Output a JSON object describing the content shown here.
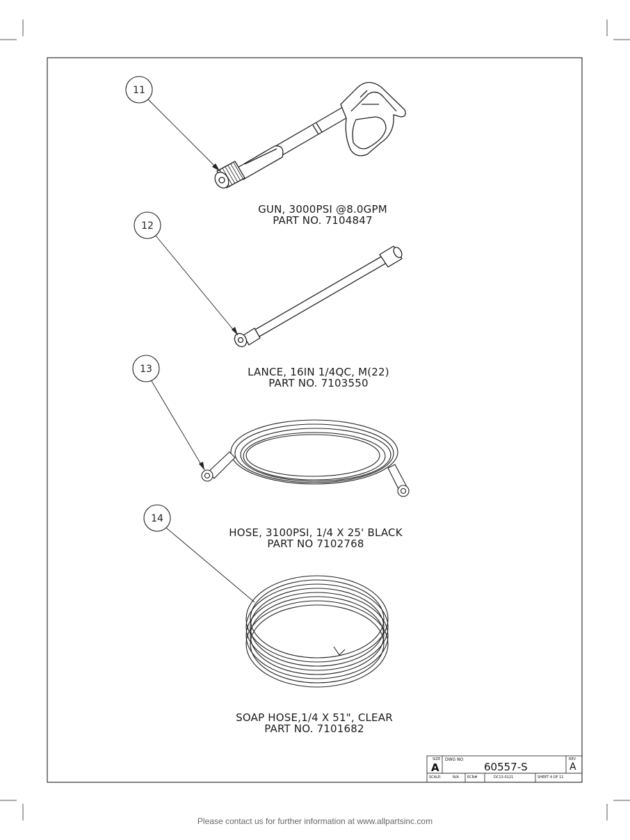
{
  "parts": [
    {
      "number": "11",
      "name": "GUN, 3000PSI @8.0GPM",
      "part_no": "PART NO. 7104847"
    },
    {
      "number": "12",
      "name": "LANCE, 16IN 1/4QC, M(22)",
      "part_no": "PART NO. 7103550"
    },
    {
      "number": "13",
      "name": "HOSE, 3100PSI, 1/4 X 25' BLACK",
      "part_no": "PART NO 7102768"
    },
    {
      "number": "14",
      "name": "SOAP HOSE,1/4 X 51\", CLEAR",
      "part_no": "PART NO. 7101682"
    }
  ],
  "title_block": {
    "size_label": "SIZE",
    "size": "A",
    "dwg_no_label": "DWG NO",
    "dwg_no": "60557-S",
    "rev_label": "REV",
    "rev": "A",
    "scale_label": "SCALE:",
    "scale": "N/A",
    "ecn_label": "ECN#",
    "ecn": "DC13-0121",
    "sheet": "SHEET 4 OF 11"
  },
  "footer": "Please contact us for further information at www.allpartsinc.com"
}
